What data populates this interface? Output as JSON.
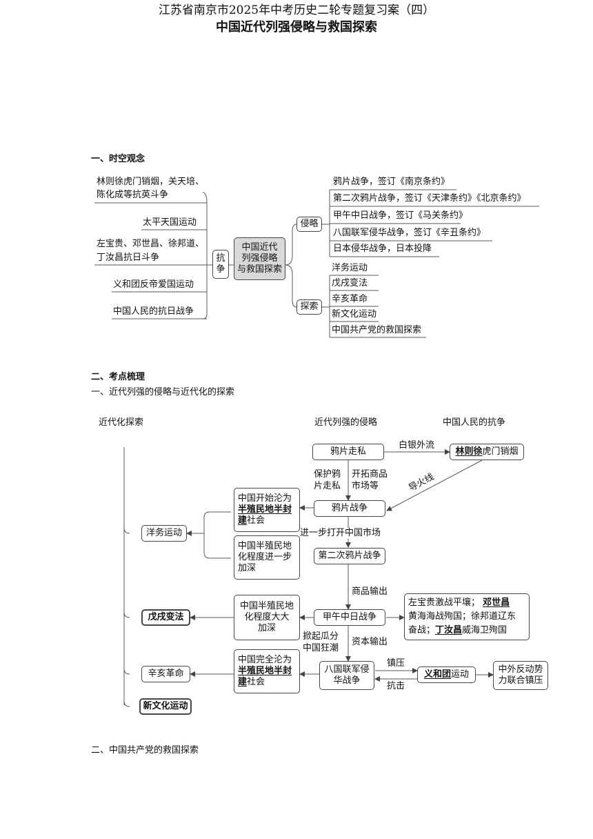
{
  "header": {
    "title": "江苏省南京市2025年中考历史二轮专题复习案（四）",
    "subtitle": "中国近代列强侵略与救国探索"
  },
  "section1": {
    "heading": "一、时空观念",
    "center": [
      "中国近代",
      "列强侵略",
      "与救国探索"
    ],
    "resist_label": "抗\n争",
    "resist_items": [
      "林则徐虎门销烟，关天培、",
      "陈化成等抗英斗争",
      "太平天国运动",
      "左宝贵、邓世昌、徐邦道、",
      "丁汝昌抗日斗争",
      "义和团反帝爱国运动",
      "中国人民的抗日战争"
    ],
    "invade_label": "侵略",
    "invade_items": [
      "鸦片战争，签订《南京条约》",
      "第二次鸦片战争，签订《天津条约》《北京条约》",
      "甲午中日战争，签订《马关条约》",
      "八国联军侵华战争，签订《辛丑条约》",
      "日本侵华战争，日本投降"
    ],
    "explore_label": "探索",
    "explore_items": [
      "洋务运动",
      "戊戌变法",
      "辛亥革命",
      "新文化运动",
      "中国共产党的救国探索"
    ]
  },
  "section2": {
    "heading": "二、考点梳理",
    "sub1": "一、近代列强的侵略与近代化的探索",
    "col_headers": [
      "近代化探索",
      "近代列强的侵略",
      "中国人民的抗争"
    ],
    "explore": [
      "洋务运动",
      "戊戌变法",
      "辛亥革命",
      "新文化运动"
    ],
    "invasions": [
      "鸦片走私",
      "鸦片战争",
      "第二次鸦片战争",
      "甲午中日战争",
      "八国联军侵华战争"
    ],
    "resist_lin": {
      "bold": "林则徐",
      "rest": "虎门销烟"
    },
    "resist_yhtuan": {
      "bold": "义和团",
      "rest": "运动"
    },
    "suppress": "中外反动势力联合镇压",
    "jiawu_heroes": {
      "l1a": "左宝贵激战平壤；",
      "l1b": "邓世昌",
      "l2": "黄海海战殉国；徐邦道辽东",
      "l3a": "奋战；",
      "l3b": "丁汝昌",
      "l3c": "威海卫殉国"
    },
    "results": {
      "r1": {
        "a": "中国开始沦为",
        "b": "半殖民地半封",
        "c": "建",
        "d": "社会"
      },
      "r2": [
        "中国半殖民地",
        "化程度进一步",
        "加深"
      ],
      "r3": [
        "中国半殖民地",
        "化程度大大",
        "加深"
      ],
      "r4": {
        "a": "中国完全沦为",
        "b": "半殖民地半封",
        "c": "建",
        "d": "社会"
      }
    },
    "arrows": {
      "silver": "白银外流",
      "fuse": "导火线",
      "protect": [
        "保护鸦",
        "片走私"
      ],
      "expand": [
        "开拓商品",
        "市场等"
      ],
      "further": "进一步打开中国市场",
      "goods": "商品输出",
      "carve": [
        "掀起瓜分",
        "中国狂潮"
      ],
      "capital": "资本输出",
      "suppress_lbl": "镇压",
      "resist_lbl": "抗击"
    },
    "sub2": "二、中国共产党的救国探索"
  }
}
